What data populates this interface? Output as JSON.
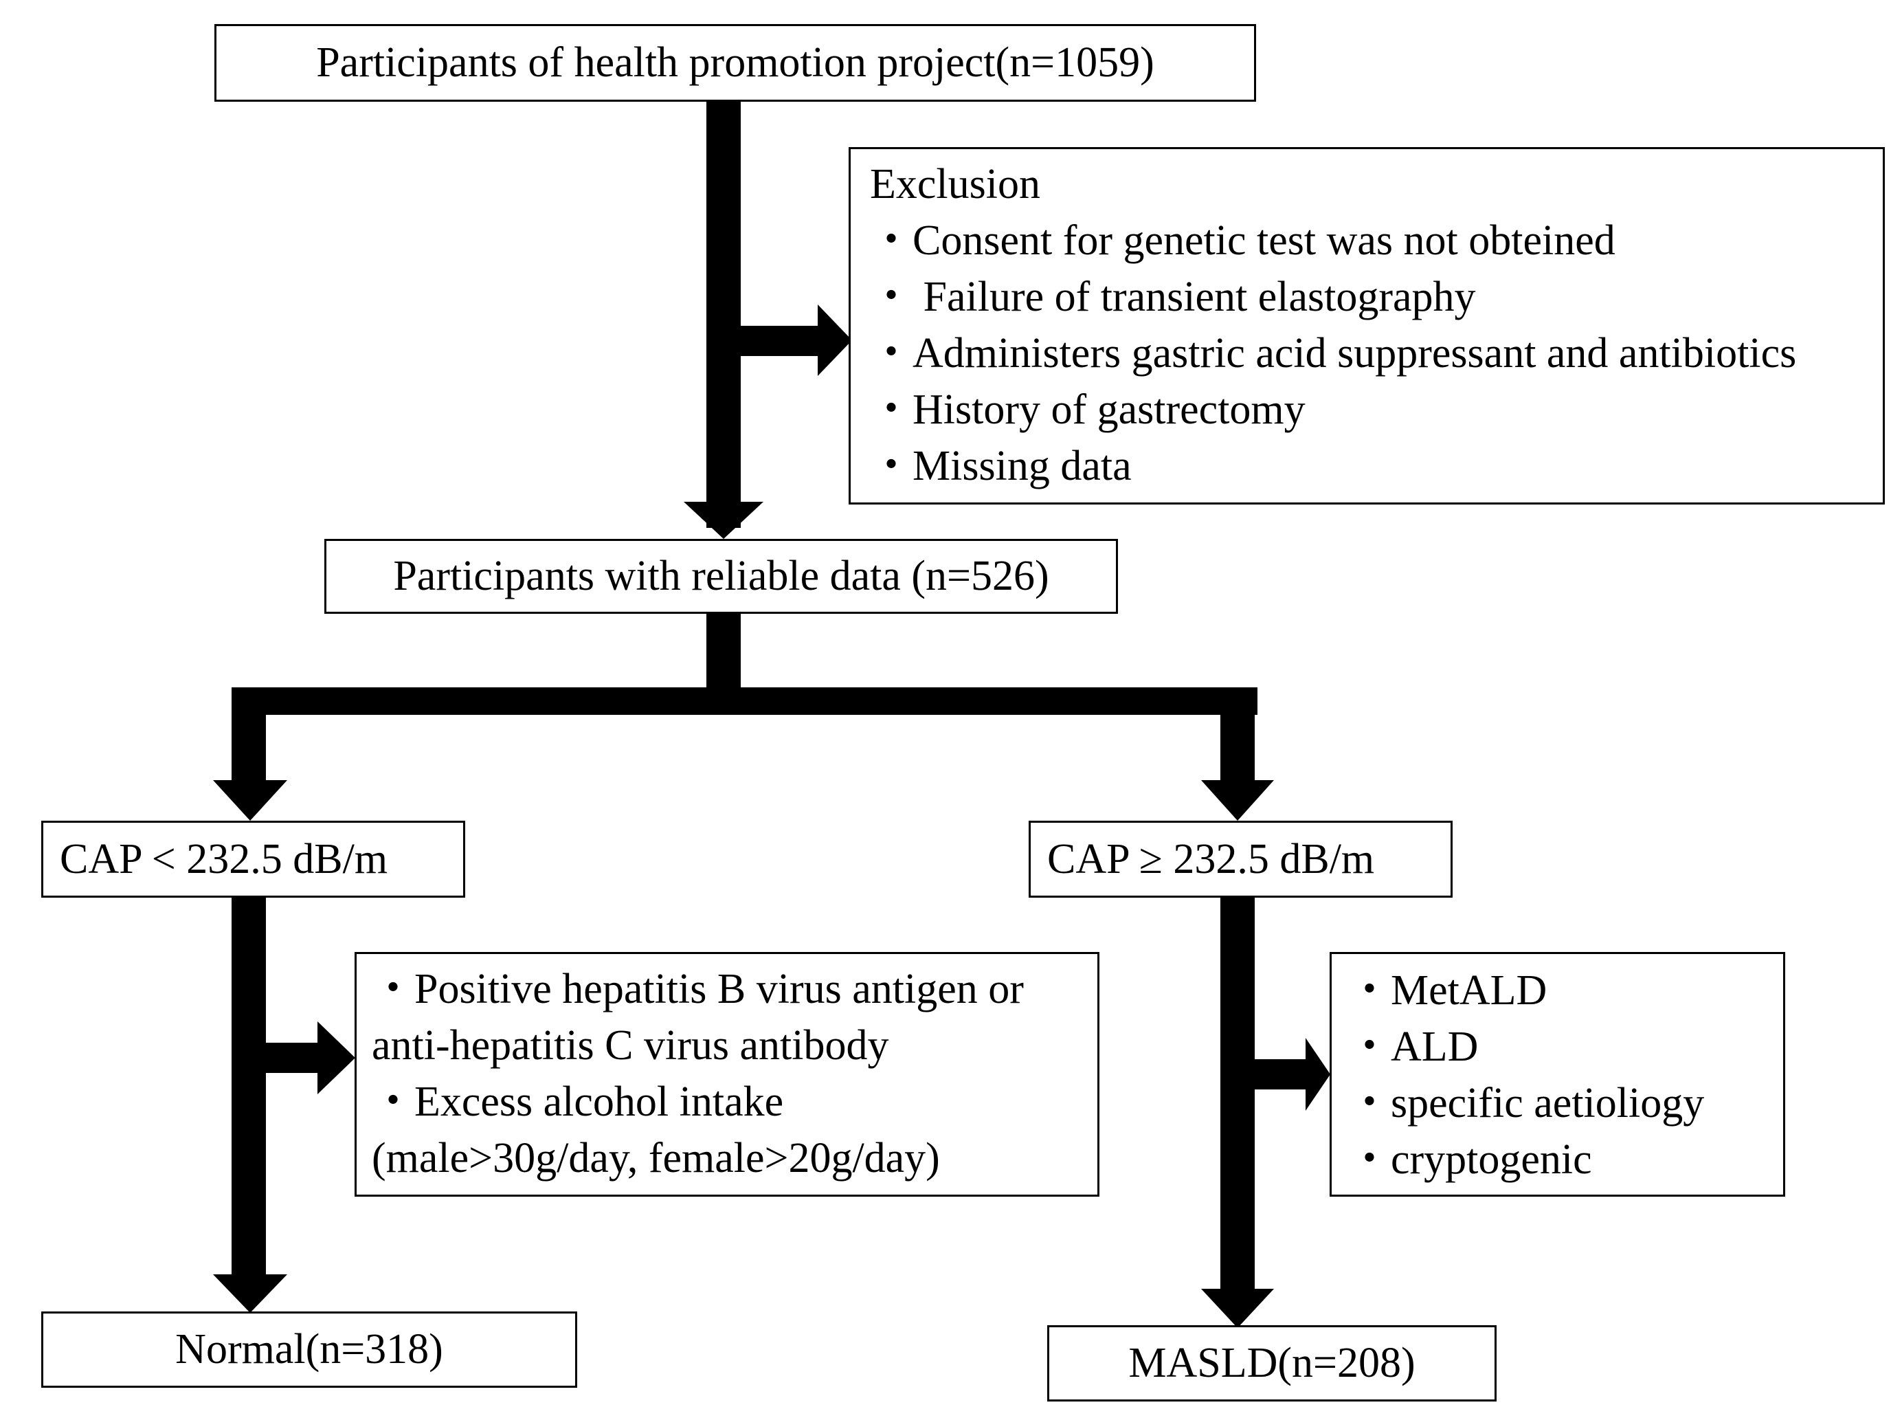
{
  "nodes": {
    "participants": "Participants of health promotion project(n=1059)",
    "exclusion": {
      "title": "Exclusion",
      "items": [
        "・Consent for genetic test was not obteined",
        "・ Failure of transient elastography",
        "・Administers gastric acid suppressant and antibiotics",
        "・History of gastrectomy",
        "・Missing data"
      ]
    },
    "reliable": "Participants with reliable data (n=526)",
    "cap_low": "CAP < 232.5 dB/m",
    "cap_high": "CAP ≥ 232.5 dB/m",
    "exclusion_left": [
      "・Positive hepatitis B virus antigen or",
      "anti-hepatitis  C virus antibody",
      "・Excess alcohol intake",
      "(male>30g/day, female>20g/day)"
    ],
    "exclusion_right": [
      "・MetALD",
      "・ALD",
      "・specific aetioliogy",
      "・cryptogenic"
    ],
    "normal": "Normal(n=318)",
    "masld": "MASLD(n=208)"
  },
  "colors": {
    "arrow": "#000000",
    "border": "#000000",
    "text": "#000000",
    "background": "#ffffff"
  }
}
